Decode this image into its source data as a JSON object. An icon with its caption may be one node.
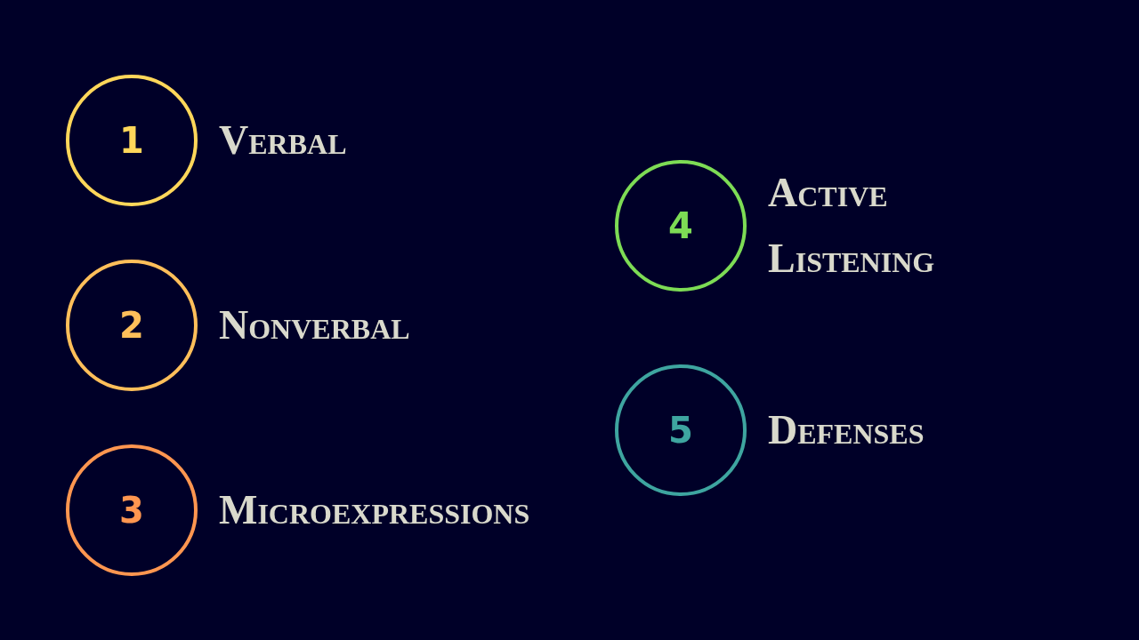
{
  "diagram": {
    "nodes": [
      {
        "text": [
          "1"
        ],
        "beside": [
          "Verbal"
        ]
      },
      {
        "text": [
          "2"
        ],
        "beside": [
          "Nonverbal"
        ]
      },
      {
        "text": [
          "3"
        ],
        "beside": [
          "Microexpressions"
        ]
      },
      {
        "text": [
          "4"
        ],
        "beside": [
          "Active Listening"
        ]
      },
      {
        "text": [
          "5"
        ],
        "beside": [
          "Defenses"
        ]
      }
    ]
  }
}
